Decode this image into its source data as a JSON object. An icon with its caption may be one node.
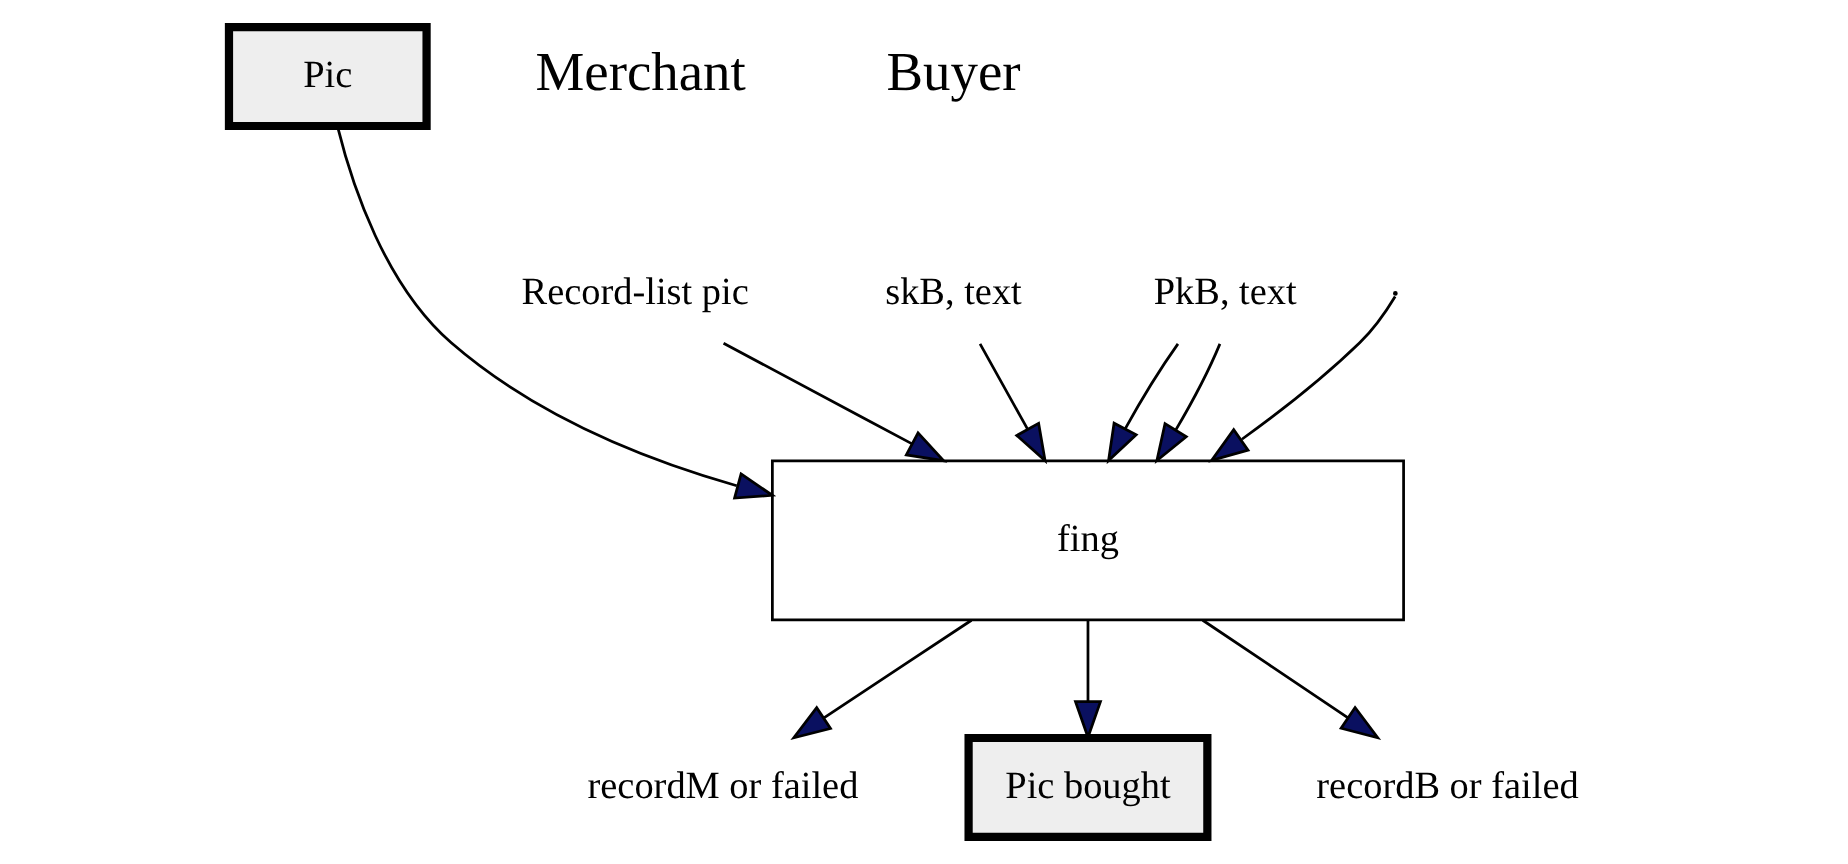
{
  "diagram": {
    "nodes": [
      {
        "text": [
          "Pic"
        ]
      },
      {
        "text": [
          "Record-list pic"
        ]
      },
      {
        "text": [
          "PkB, text"
        ]
      },
      {
        "text": [
          "fing"
        ]
      },
      {
        "text": [
          "skB, text"
        ]
      },
      {
        "text": [
          "recordM or failed"
        ]
      },
      {
        "text": [
          "Pic bought"
        ]
      },
      {
        "text": [
          "recordB or failed"
        ]
      }
    ],
    "edges": [
      {
        "from": 1,
        "to": 3,
        "arrow": "to"
      },
      {
        "from": 0,
        "to": 3,
        "arrow": "to"
      },
      {
        "from": 2,
        "to": 3,
        "arrow": "to"
      },
      {
        "from": 2,
        "to": 3,
        "arrow": "to"
      },
      {
        "from": 4,
        "to": 3,
        "arrow": "to"
      },
      {
        "from": null,
        "to": 3,
        "arrow": "to"
      },
      {
        "from": 3,
        "to": 5,
        "arrow": "to"
      },
      {
        "from": 3,
        "to": 6,
        "arrow": "to"
      },
      {
        "from": 3,
        "to": 7,
        "arrow": "to"
      }
    ],
    "labels": [
      "Merchant",
      "Buyer"
    ]
  }
}
